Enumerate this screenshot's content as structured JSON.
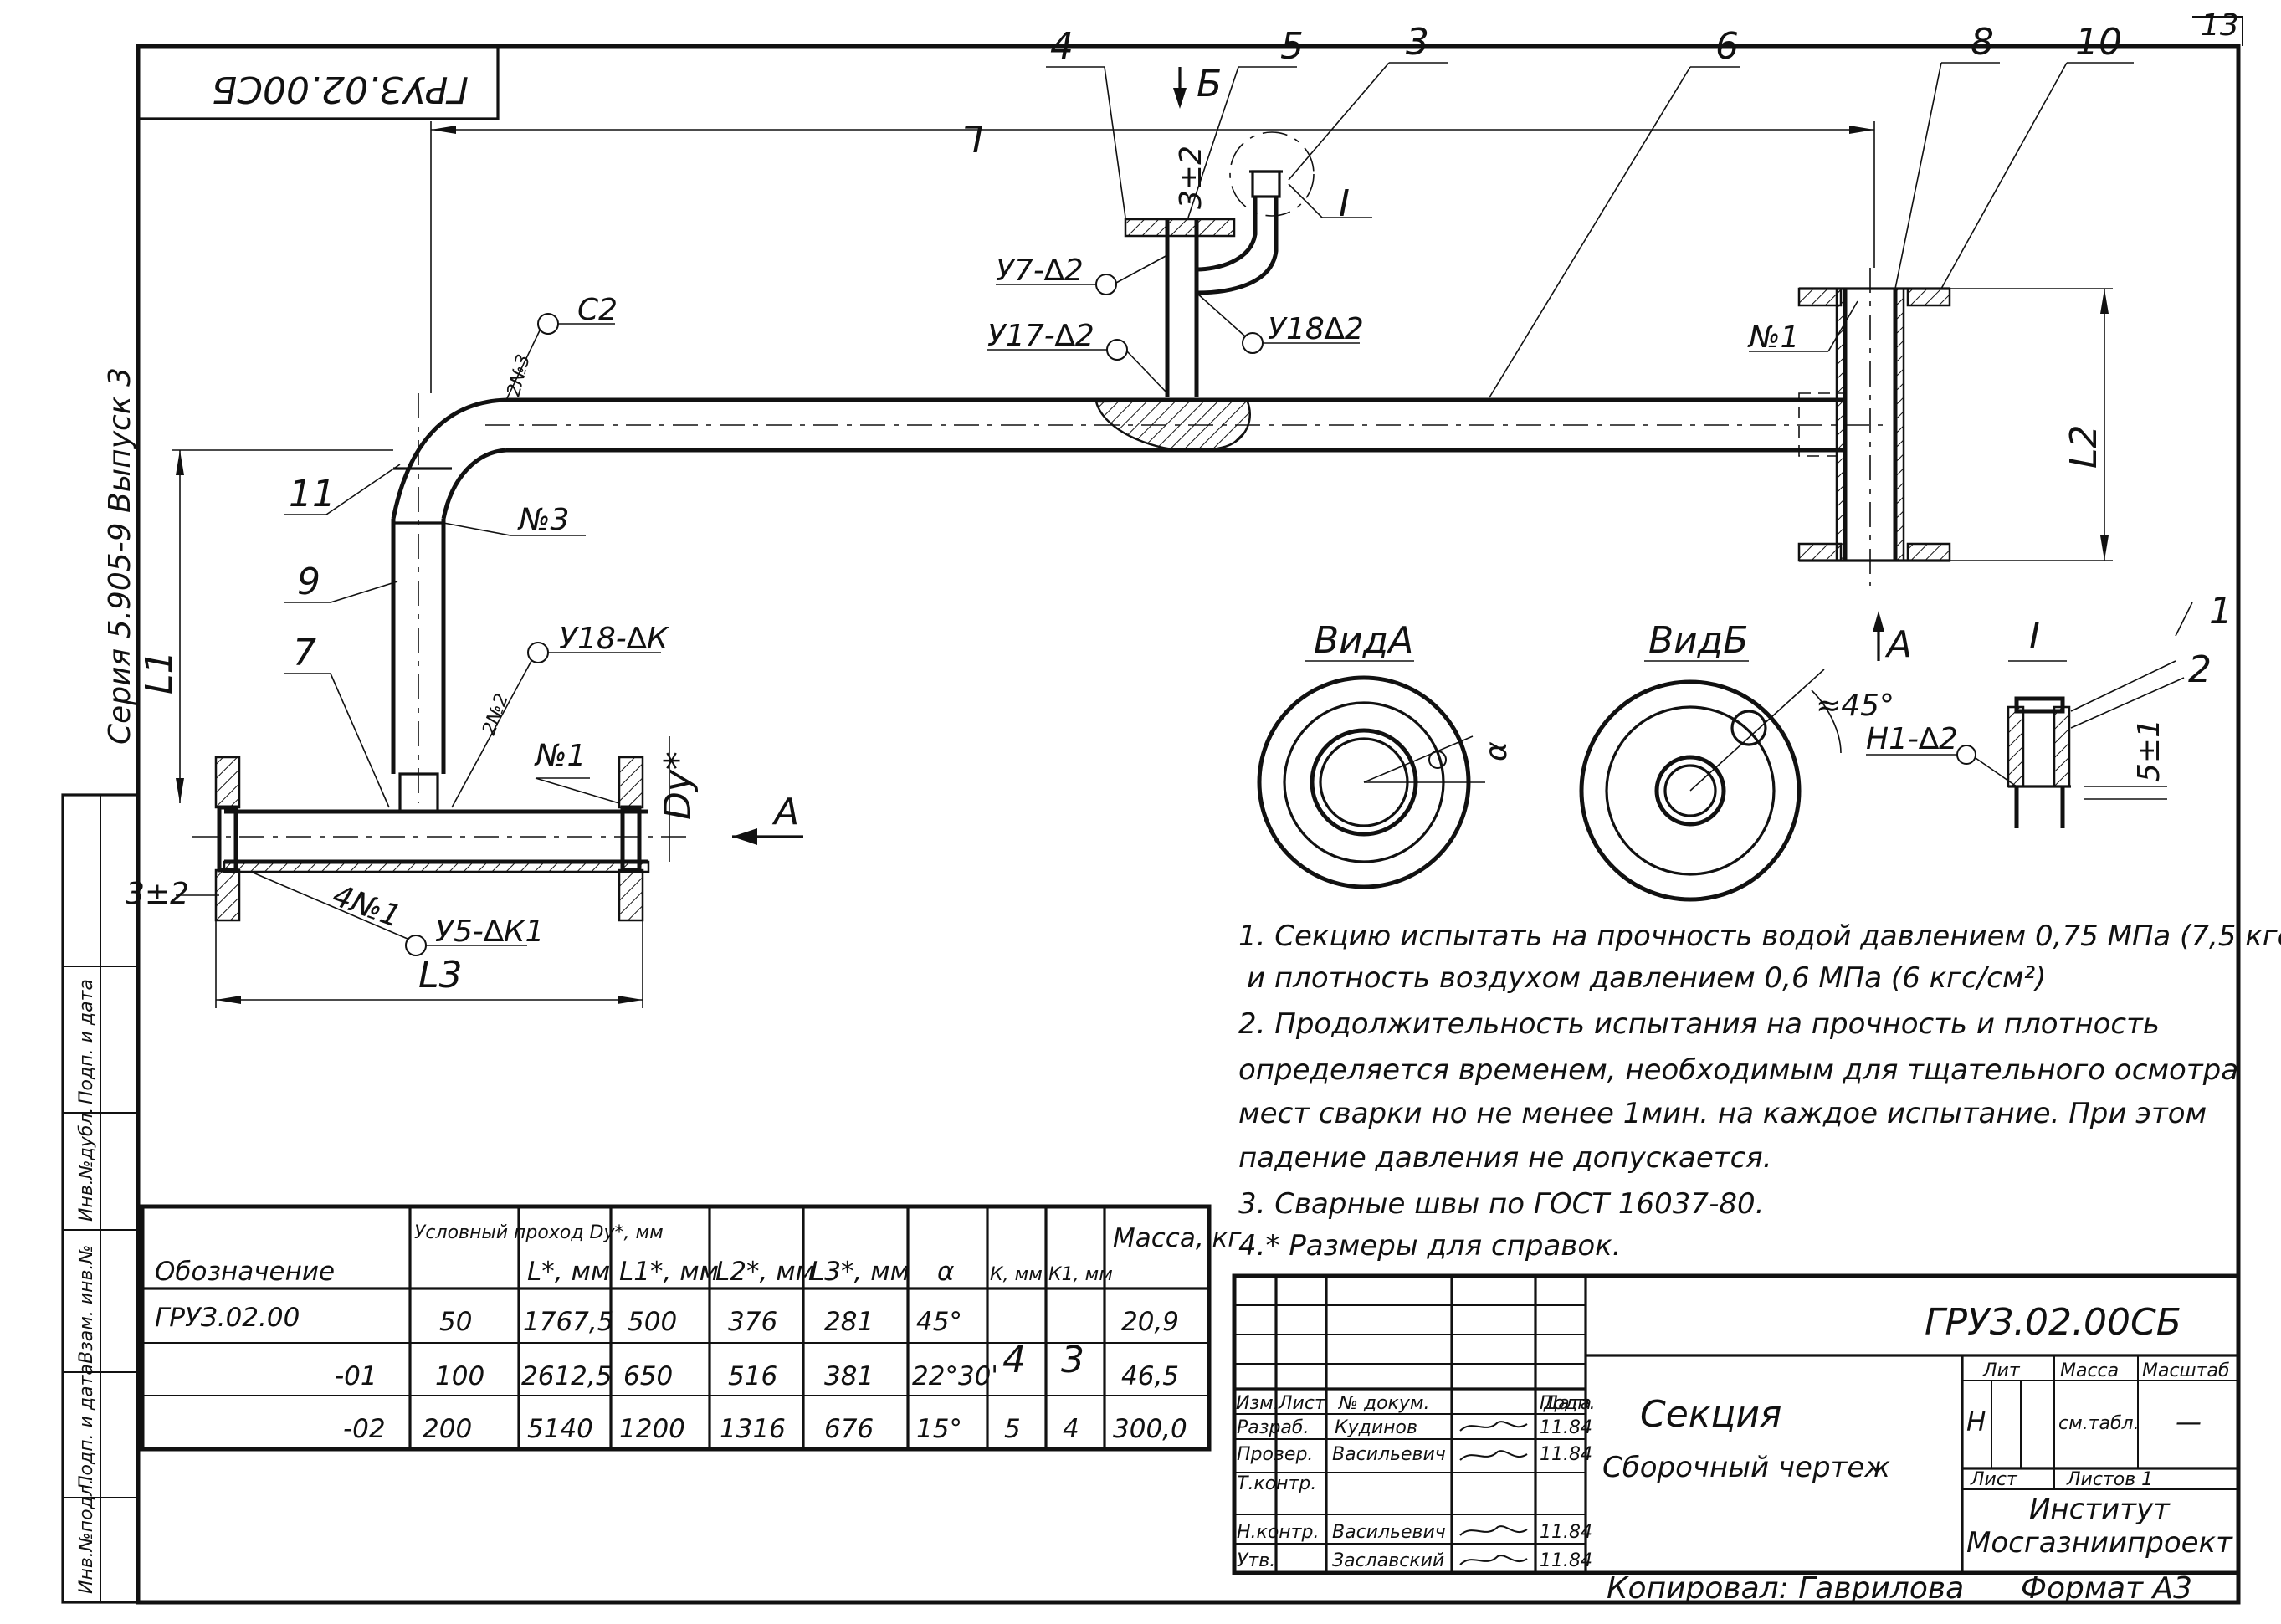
{
  "page_number": "13",
  "stamp_code": "ГРУЗ.02.00СБ",
  "series_text": "Серия 5.905-9  Выпуск 3",
  "left_strip": [
    "Инв.№подл.",
    "Подп. и дата",
    "Взам. инв.№",
    "Инв.№дубл.",
    "Подп. и дата"
  ],
  "leaders": {
    "n4": "4",
    "n5": "5",
    "n3": "3",
    "n6": "6",
    "n8": "8",
    "n10": "10",
    "n11": "11",
    "n9": "9",
    "n7": "7",
    "n2": "2",
    "n1": "1"
  },
  "dims": {
    "L": "L",
    "L1": "L1",
    "L2": "L2",
    "L3": "L3",
    "Dy": "Dy*",
    "b": "Б",
    "a": "A",
    "a2": "A",
    "s1": "3±2",
    "s2": "3±2",
    "s3": "5±1"
  },
  "weld_marks": {
    "w1": "У7-∆2",
    "w2": "У17-∆2",
    "w3": "У18∆2",
    "w4": "С2",
    "w5": "2№3",
    "w6": "№3",
    "w7": "У18-∆К",
    "w8": "2№2",
    "w9": "№1",
    "w10": "4№1",
    "w11": "У5-∆К1",
    "w12": "№1",
    "w13": "Н1-∆2",
    "w14": "I",
    "w15": "≈45°",
    "w16": "α"
  },
  "views": {
    "view_a": "ВидА",
    "view_b": "ВидБ",
    "view_i": "I"
  },
  "notes": [
    "1. Секцию испытать на прочность водой давлением 0,75 МПа (7,5 кгс/см²)",
    "и плотность воздухом давлением  0,6 МПа (6 кгс/см²)",
    "2. Продолжительность испытания на прочность и плотность",
    "определяется временем, необходимым для тщательного осмотра",
    "мест сварки но не менее 1мин. на каждое испытание. При этом",
    "падение давления не допускается.",
    "3. Сварные швы по ГОСТ 16037-80.",
    "4.* Размеры для справок."
  ],
  "spec_table": {
    "headers": [
      "Обозначение",
      "Условный проход Dy*, мм",
      "L*, мм",
      "L1*, мм",
      "L2*, мм",
      "L3*, мм",
      "α",
      "К, мм",
      "К1, мм",
      "Масса, кг"
    ],
    "rows": [
      [
        "ГРУЗ.02.00",
        "50",
        "1767,5",
        "500",
        "376",
        "281",
        "45°",
        "4",
        "3",
        "20,9"
      ],
      [
        "-01",
        "100",
        "2612,5",
        "650",
        "516",
        "381",
        "22°30'",
        "",
        "",
        "46,5"
      ],
      [
        "-02",
        "200",
        "5140",
        "1200",
        "1316",
        "676",
        "15°",
        "5",
        "4",
        "300,0"
      ]
    ]
  },
  "title_block": {
    "code": "ГРУЗ.02.00СБ",
    "name": "Секция",
    "subtitle": "Сборочный чертеж",
    "col_headers": [
      "Изм.",
      "Лист",
      "№ докум.",
      "Подп.",
      "Дата"
    ],
    "rows": [
      [
        "Разраб.",
        "Кудинов",
        "",
        "11.84"
      ],
      [
        "Провер.",
        "Васильевич",
        "",
        "11.84"
      ],
      [
        "Т.контр.",
        "",
        "",
        ""
      ],
      [
        "Н.контр.",
        "Васильевич",
        "",
        "11.84"
      ],
      [
        "Утв.",
        "Заславский",
        "",
        "11.84"
      ]
    ],
    "lit_header": "Лит",
    "mass_header": "Масса",
    "scale_header": "Масштаб",
    "lit_value": "Н",
    "mass_value": "см.табл.",
    "scale_value": "—",
    "sheet_label": "Лист",
    "sheets_label": "Листов 1",
    "org_1": "Институт",
    "org_2": "Мосгазниипроект"
  },
  "copied": "Копировал: Гаврилова",
  "format": "Формат А3"
}
